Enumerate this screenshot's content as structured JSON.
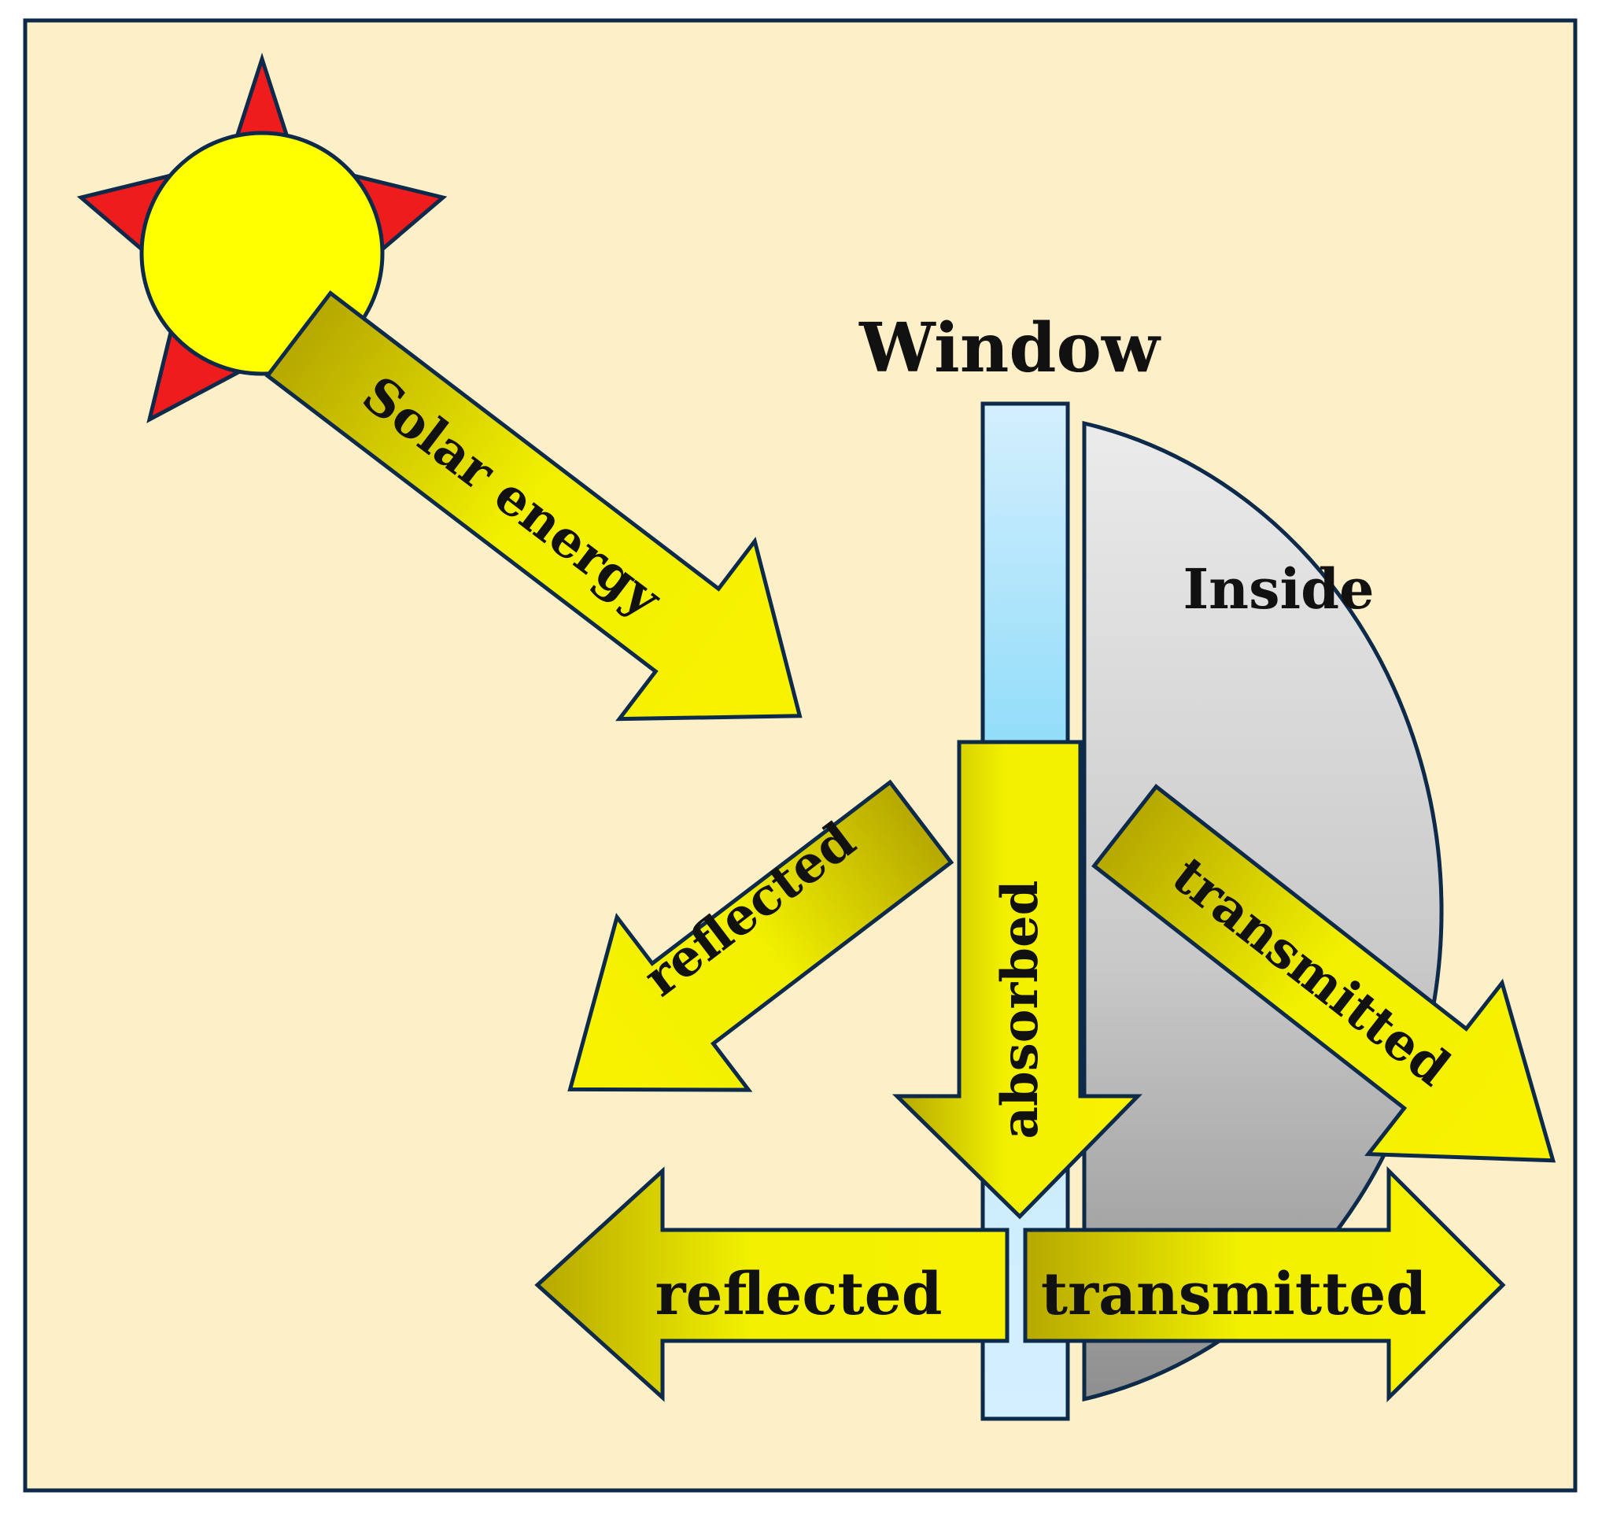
{
  "labels": {
    "window": "Window",
    "inside": "Inside",
    "solar_energy": "Solar energy",
    "reflected_diag": "reflected",
    "absorbed": "absorbed",
    "transmitted_diag": "transmitted",
    "reflected_horiz": "reflected",
    "transmitted_horiz": "transmitted"
  },
  "icons": {
    "sun": "sun-icon"
  },
  "colors": {
    "background": "#fdf0c8",
    "frame": "#0d2a4a",
    "arrow_fill": "#f2f000",
    "arrow_shade": "#b6a800",
    "sun_disc": "#ffff00",
    "sun_rays": "#ee1c1c",
    "window_glass": "#8fdcf9",
    "inside_region": "#c8c8c8"
  }
}
